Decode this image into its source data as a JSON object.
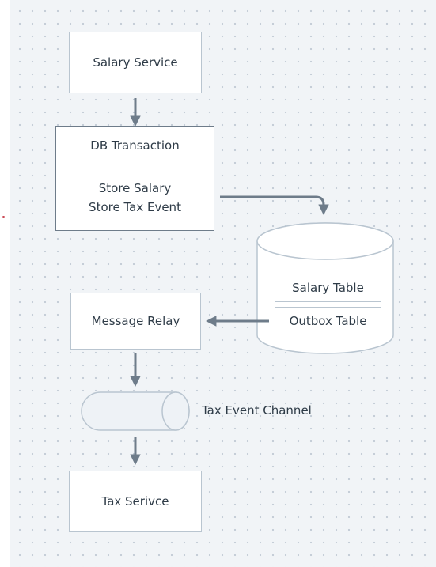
{
  "nodes": {
    "salary_service": "Salary Service",
    "db_transaction": "DB Transaction",
    "store_salary": "Store Salary",
    "store_tax_event": "Store Tax Event",
    "salary_table": "Salary Table",
    "outbox_table": "Outbox Table",
    "message_relay": "Message Relay",
    "tax_event_channel": "Tax Event Channel",
    "tax_service": "Tax Serivce"
  },
  "colors": {
    "canvas": "#f1f4f7",
    "box_fill": "#ffffff",
    "box_border": "#b9c5d0",
    "transaction_border": "#6e7c8a",
    "arrow": "#6e7c8a",
    "channel_fill": "#eef2f6"
  }
}
